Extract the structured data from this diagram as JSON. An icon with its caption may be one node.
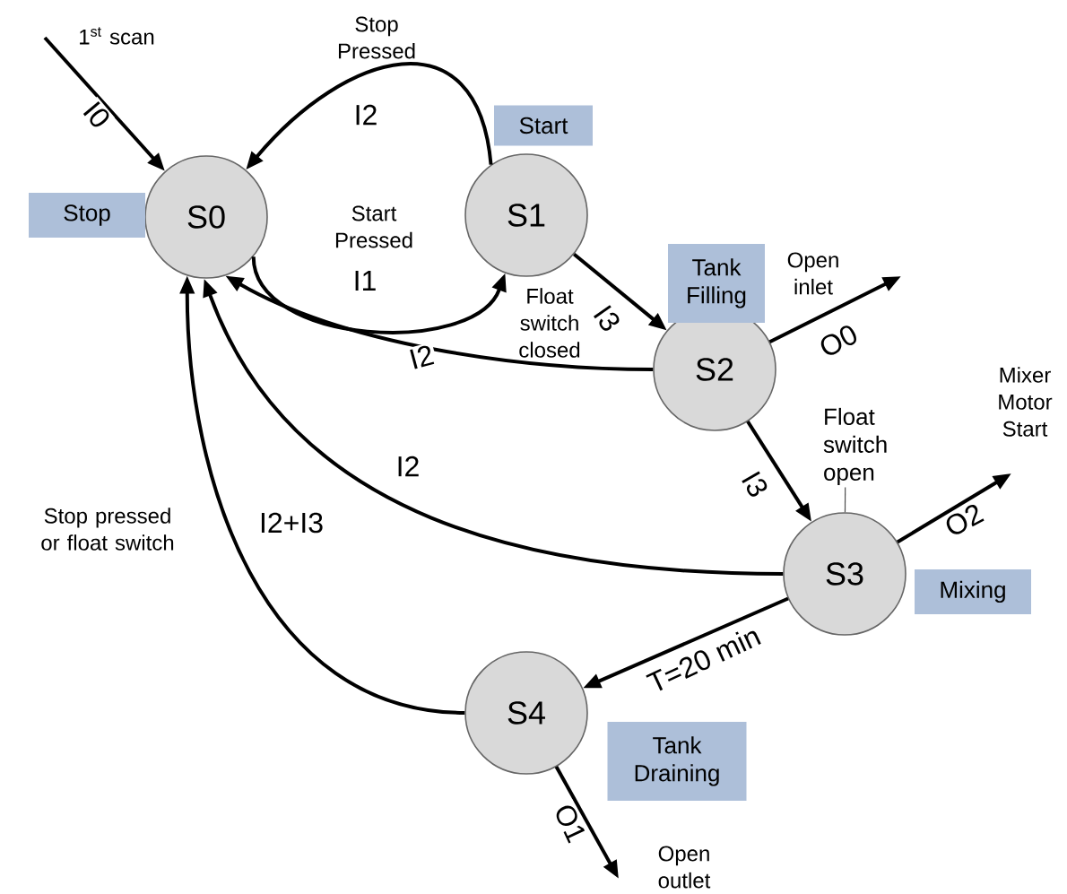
{
  "diagram": {
    "nodes": [
      {
        "text": [
          "S0"
        ]
      },
      {
        "text": [
          "S1"
        ]
      },
      {
        "text": [
          "S2"
        ]
      },
      {
        "text": [
          "S3"
        ]
      },
      {
        "text": [
          "S4"
        ]
      },
      {
        "text": [
          "Stop"
        ]
      },
      {
        "text": [
          "Start"
        ]
      },
      {
        "text": [
          "Tank Filling"
        ]
      },
      {
        "text": [
          "Mixing"
        ]
      },
      {
        "text": [
          "Tank Draining"
        ]
      },
      {
        "text": [
          "Float switch open"
        ]
      }
    ],
    "edges": [
      {
        "from": null,
        "to": 0,
        "arrow": "to",
        "label": "I0"
      },
      {
        "from": 1,
        "to": 0,
        "arrow": "to",
        "label": "I2"
      },
      {
        "from": 0,
        "to": 1,
        "arrow": "to",
        "label": "I1"
      },
      {
        "from": 1,
        "to": 2,
        "arrow": "to",
        "label": "I3"
      },
      {
        "from": 2,
        "to": 0,
        "arrow": "to",
        "label": "I2"
      },
      {
        "from": 2,
        "to": null,
        "arrow": "to",
        "label": "O0"
      },
      {
        "from": 2,
        "to": 3,
        "arrow": "to",
        "label": "I3"
      },
      {
        "from": 3,
        "to": 0,
        "arrow": "to",
        "label": "I2"
      },
      {
        "from": 3,
        "to": null,
        "arrow": "to",
        "label": "O2"
      },
      {
        "from": 3,
        "to": 4,
        "arrow": "to",
        "label": "T=20 min"
      },
      {
        "from": 4,
        "to": 0,
        "arrow": "to",
        "label": "I2+I3"
      },
      {
        "from": 4,
        "to": null,
        "arrow": "to",
        "label": "O1"
      },
      {
        "from": 10,
        "to": 3,
        "arrow": "none"
      }
    ],
    "labels": [
      "1$^{st}$ scan",
      "Stop Pressed",
      "Start Pressed",
      "Open inlet",
      "Float switch closed",
      "Mixer Motor Start",
      "Stop pressed or float switch",
      "Open outlet"
    ]
  }
}
